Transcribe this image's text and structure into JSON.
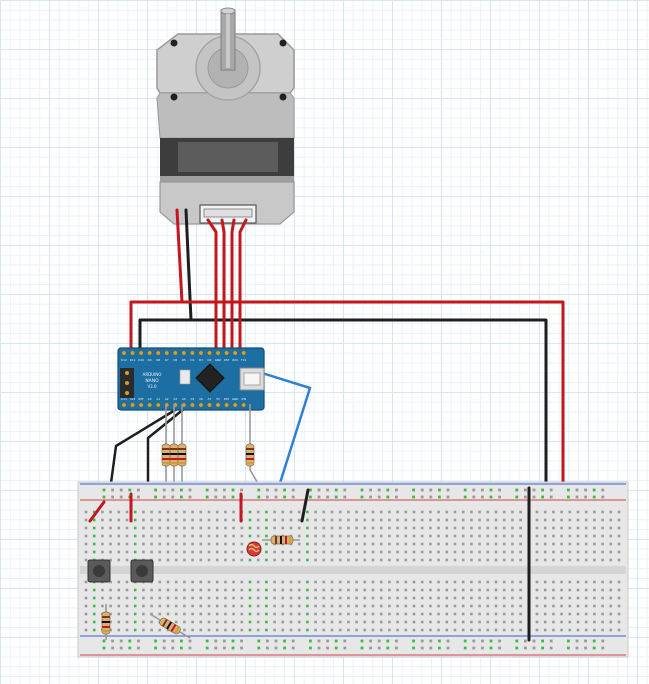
{
  "board": {
    "top_pins": [
      "D12",
      "D11",
      "D10",
      "D9",
      "D8",
      "D7",
      "D6",
      "D5",
      "D4",
      "D3",
      "D2",
      "GND",
      "RST",
      "RX0",
      "TX1"
    ],
    "bottom_pins": [
      "D13",
      "3V3",
      "REF",
      "A0",
      "A1",
      "A2",
      "A3",
      "A4",
      "A5",
      "A6",
      "A7",
      "5V",
      "RST",
      "GND",
      "VIN"
    ],
    "label_line1": "ARDUINO",
    "label_line2": "NANO",
    "label_line3": "V3.0"
  },
  "colors": {
    "wire_red": "#c1171d",
    "wire_black": "#1e1e1e",
    "wire_blue": "#2f7fd6",
    "board": "#1d6fa3",
    "breadboard": "#e7e7e7",
    "rail_red": "#d1404a",
    "rail_blue": "#3a5ed6",
    "hole_green": "#3fb94a"
  },
  "icons": {
    "motor": "stepper-motor-icon",
    "board": "arduino-nano-icon",
    "sensor": "photoresistor-icon",
    "button": "pushbutton-icon"
  }
}
